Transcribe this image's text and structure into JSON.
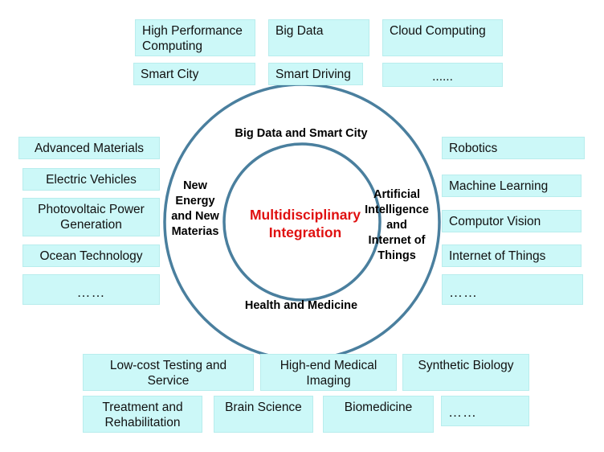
{
  "center": {
    "line1": "Multidisciplinary",
    "line2": "Integration"
  },
  "ring_labels": {
    "top": "Big Data and Smart City",
    "left": [
      "New",
      "Energy",
      "and New",
      "Materias"
    ],
    "right": [
      "Artificial",
      "Intelligence",
      "and",
      "Internet of",
      "Things"
    ],
    "bottom": "Health and Medicine"
  },
  "top_boxes": [
    "High Performance Computing",
    "Big Data",
    "Cloud Computing",
    "Smart City",
    "Smart Driving",
    "......"
  ],
  "left_boxes": [
    "Advanced Materials",
    "Electric Vehicles",
    "Photovoltaic Power Generation",
    "Ocean Technology",
    "……"
  ],
  "right_boxes": [
    "Robotics",
    "Machine Learning",
    "Computor Vision",
    "Internet of Things",
    "……"
  ],
  "bottom_boxes": [
    "Low-cost Testing and Service",
    "High-end Medical Imaging",
    "Synthetic Biology",
    "Treatment and Rehabilitation",
    "Brain Science",
    "Biomedicine",
    "……"
  ],
  "colors": {
    "box_fill": "#ccf8f8",
    "ring_stroke": "#4a7f9e",
    "center_text": "#e01010"
  }
}
